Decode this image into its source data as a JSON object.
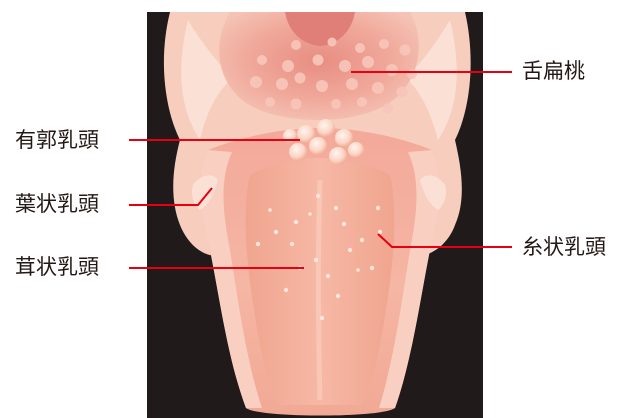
{
  "labels": {
    "lingual_tonsil": "舌扁桃",
    "circumvallate_papillae": "有郭乳頭",
    "foliate_papillae": "葉状乳頭",
    "fungiform_papillae": "茸状乳頭",
    "filiform_papillae": "糸状乳頭"
  },
  "colors": {
    "background": "#201a1b",
    "leader_line": "#e60012",
    "label_text": "#231815",
    "tongue_pink": "#f5b7a4",
    "tongue_light": "#f9cfc0",
    "tongue_dark": "#ea9682",
    "papilla": "#fde6dc"
  }
}
